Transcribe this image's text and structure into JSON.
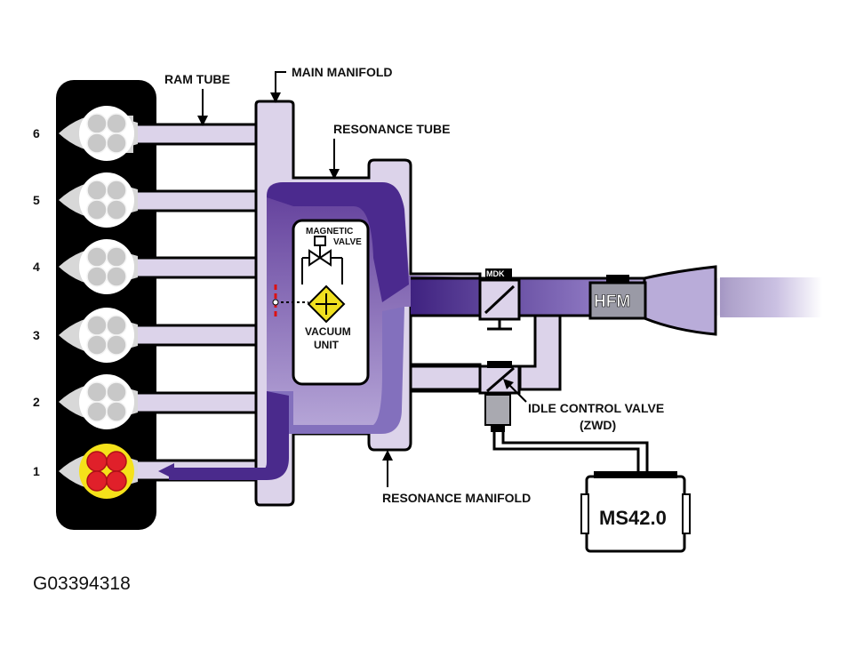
{
  "labels": {
    "ram_tube": "RAM TUBE",
    "main_manifold": "MAIN MANIFOLD",
    "resonance_tube": "RESONANCE TUBE",
    "magnetic": "MAGNETIC",
    "valve": "VALVE",
    "vacuum": "VACUUM",
    "unit": "UNIT",
    "mdk": "MDK",
    "hfm": "HFM",
    "idle_control_valve": "IDLE CONTROL VALVE",
    "zwd": "(ZWD)",
    "resonance_manifold": "RESONANCE MANIFOLD",
    "ecu": "MS42.0"
  },
  "cylinders": [
    "6",
    "5",
    "4",
    "3",
    "2",
    "1"
  ],
  "figure_code": "G03394318",
  "colors": {
    "manifold_fill": "#d9d0e8",
    "flow_dark": "#4a2a8c",
    "flow_light": "#a08cc8",
    "active_cyl": "#e0202a",
    "active_ring": "#f5e21a",
    "idle_cyl": "#c8c8c8",
    "vacuum_unit": "#f0e020"
  }
}
